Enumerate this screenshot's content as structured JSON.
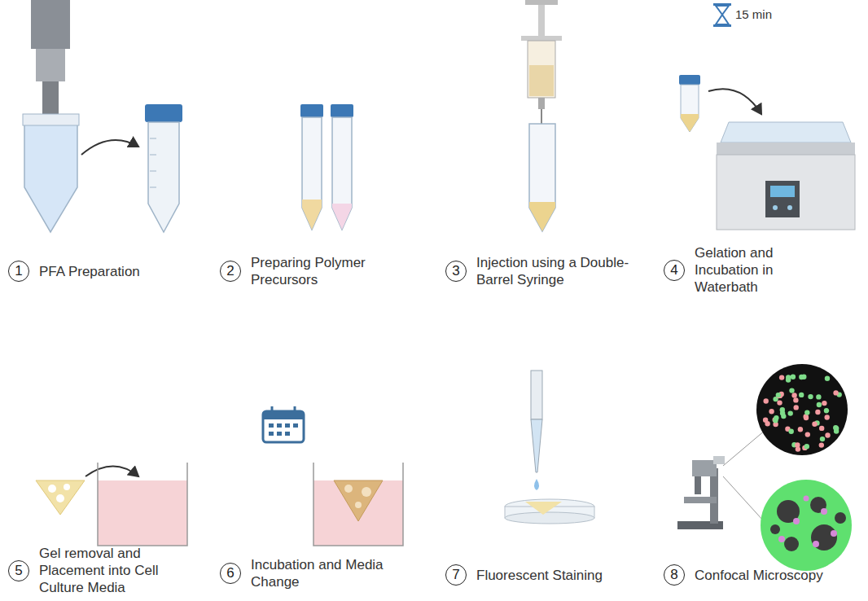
{
  "diagram": {
    "nodes": [
      {
        "text": [
          "1",
          "PFA Preparation"
        ]
      },
      {
        "text": [
          "2",
          "Preparing Polymer Precursors"
        ]
      },
      {
        "text": [
          "3",
          "Injection using a Double-Barrel Syringe"
        ]
      },
      {
        "text": [
          "4",
          "Gelation and Incubation in Waterbath"
        ]
      },
      {
        "text": [
          "5",
          "Gel removal and Placement into Cell Culture Media"
        ]
      },
      {
        "text": [
          "6",
          "Incubation and Media Change"
        ]
      },
      {
        "text": [
          "7",
          "Fluorescent Staining"
        ]
      },
      {
        "text": [
          "8",
          "Confocal Microscopy"
        ]
      }
    ],
    "edges": [],
    "labels": [
      "15 min"
    ]
  }
}
